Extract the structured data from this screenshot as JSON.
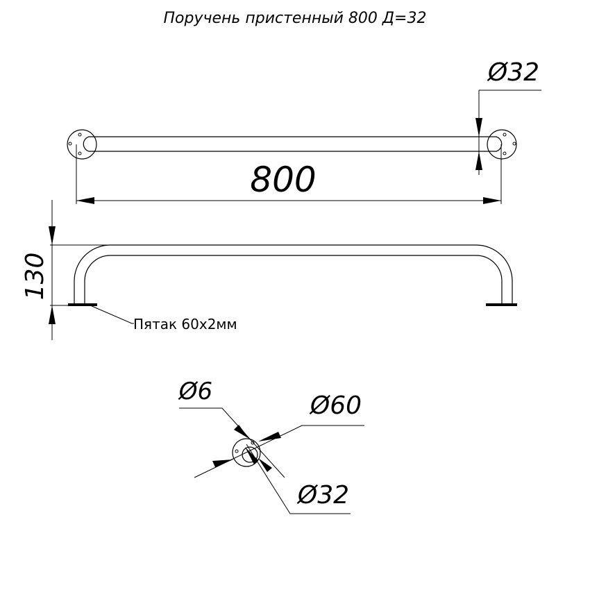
{
  "title": "Поручень пристенный 800 Д=32",
  "top_view": {
    "length_label": "800",
    "diameter_label": "Ø32"
  },
  "side_view": {
    "height_label": "130",
    "plate_note": "Пятак 60х2мм"
  },
  "rosette_detail": {
    "hole_label": "Ø6",
    "flange_label": "Ø60",
    "tube_label": "Ø32"
  }
}
